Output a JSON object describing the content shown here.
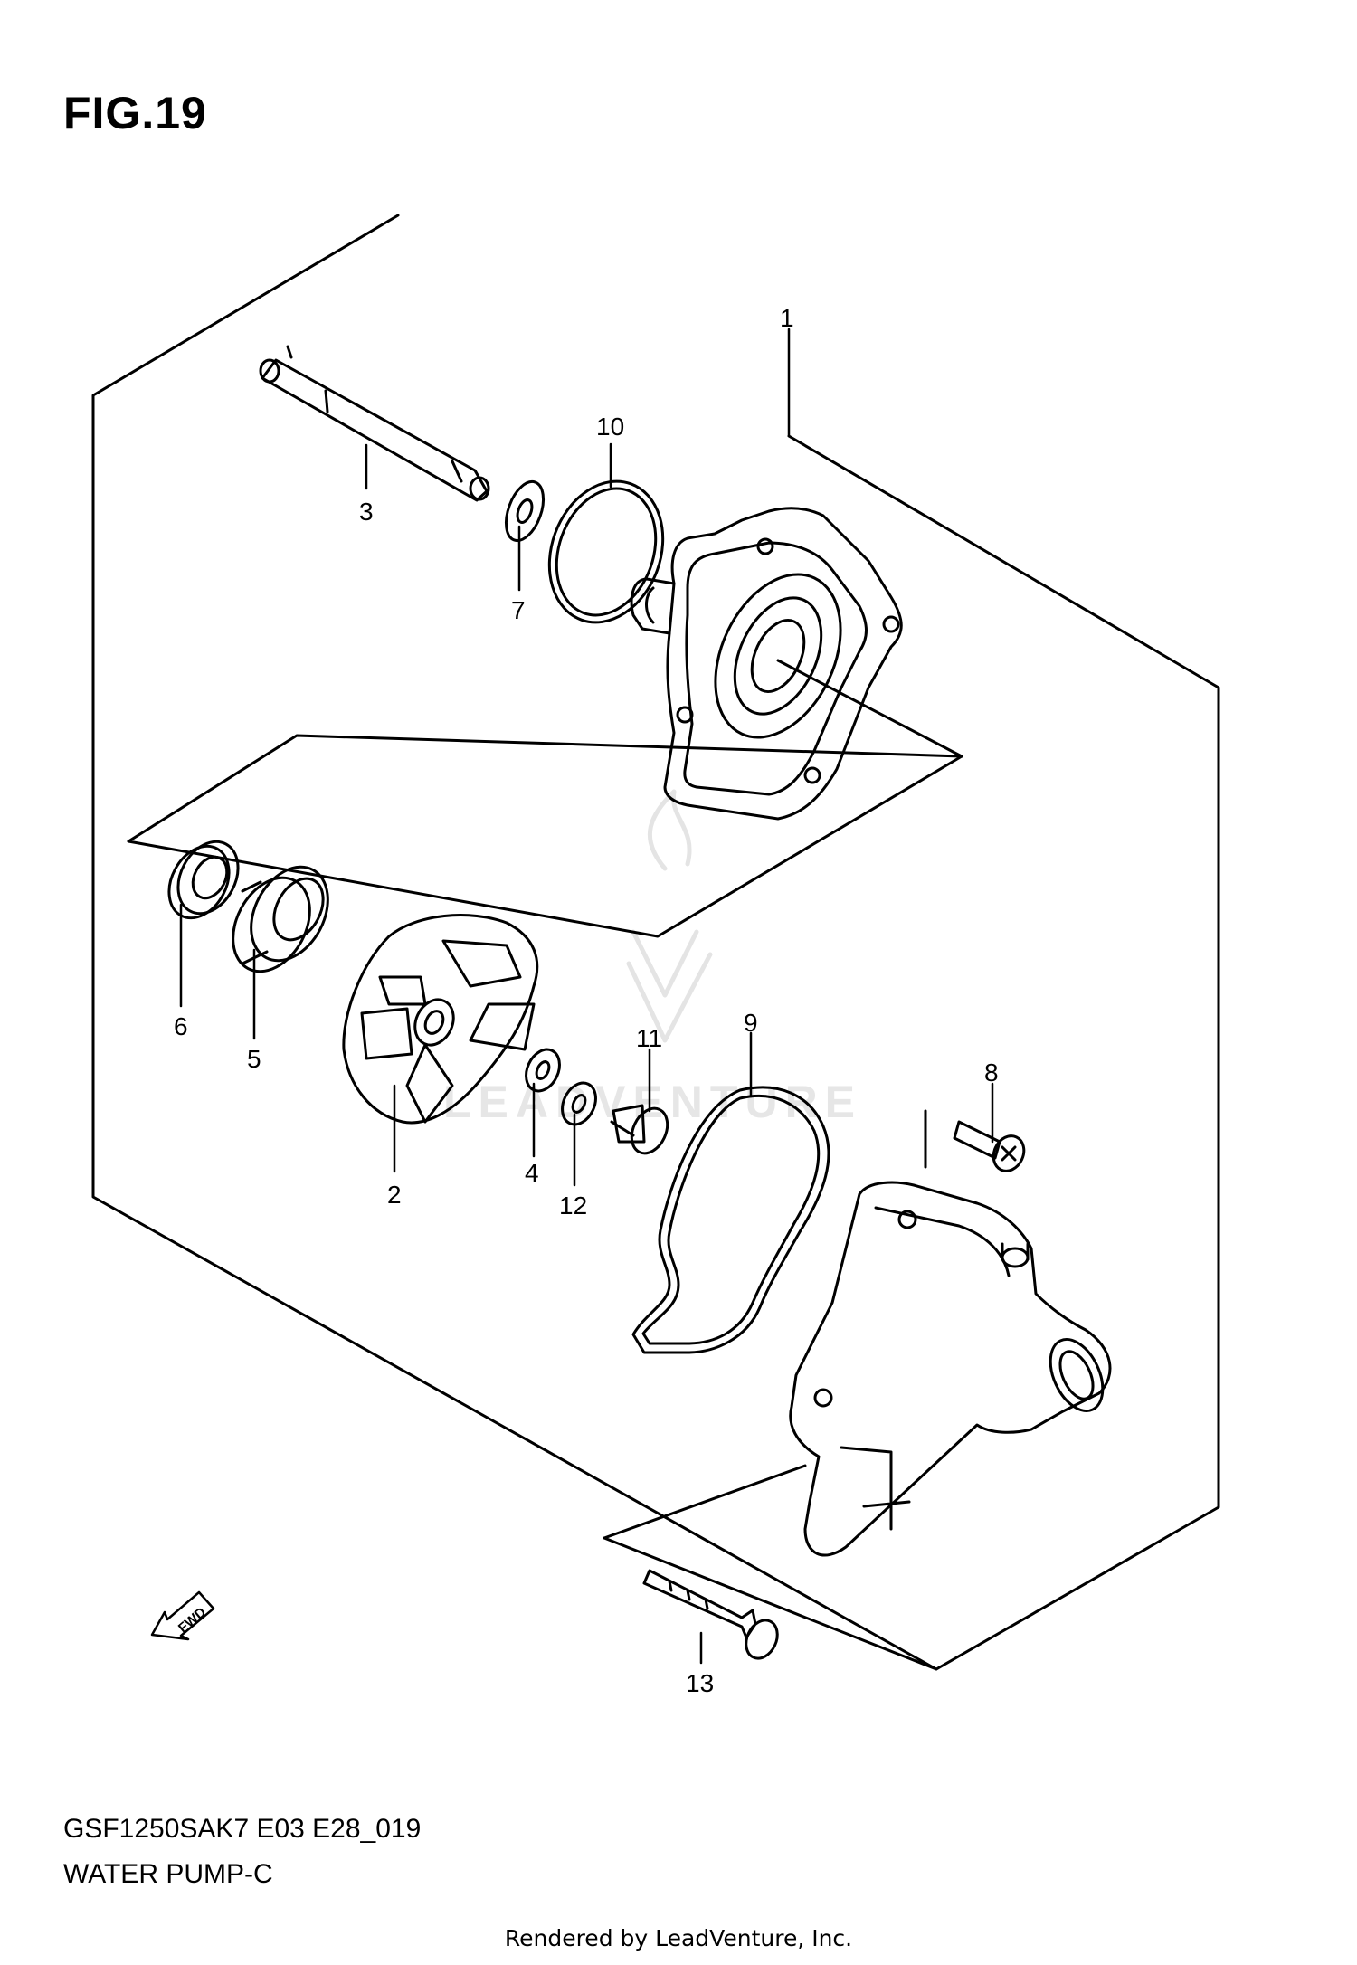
{
  "figure": {
    "title": "FIG.19"
  },
  "callouts": {
    "c1": "1",
    "c2": "2",
    "c3": "3",
    "c4": "4",
    "c5": "5",
    "c6": "6",
    "c7": "7",
    "c8": "8",
    "c9": "9",
    "c10": "10",
    "c11": "11",
    "c12": "12",
    "c13": "13"
  },
  "direction_marker": {
    "label": "FWD",
    "icon": "forward-arrow-icon"
  },
  "watermark": {
    "text": "LEADVENTURE",
    "icon": "leadventure-logo-icon"
  },
  "footer": {
    "model_code": "GSF1250SAK7 E03 E28_019",
    "diagram_name": "WATER PUMP-C",
    "rendered_by": "Rendered by LeadVenture, Inc."
  }
}
